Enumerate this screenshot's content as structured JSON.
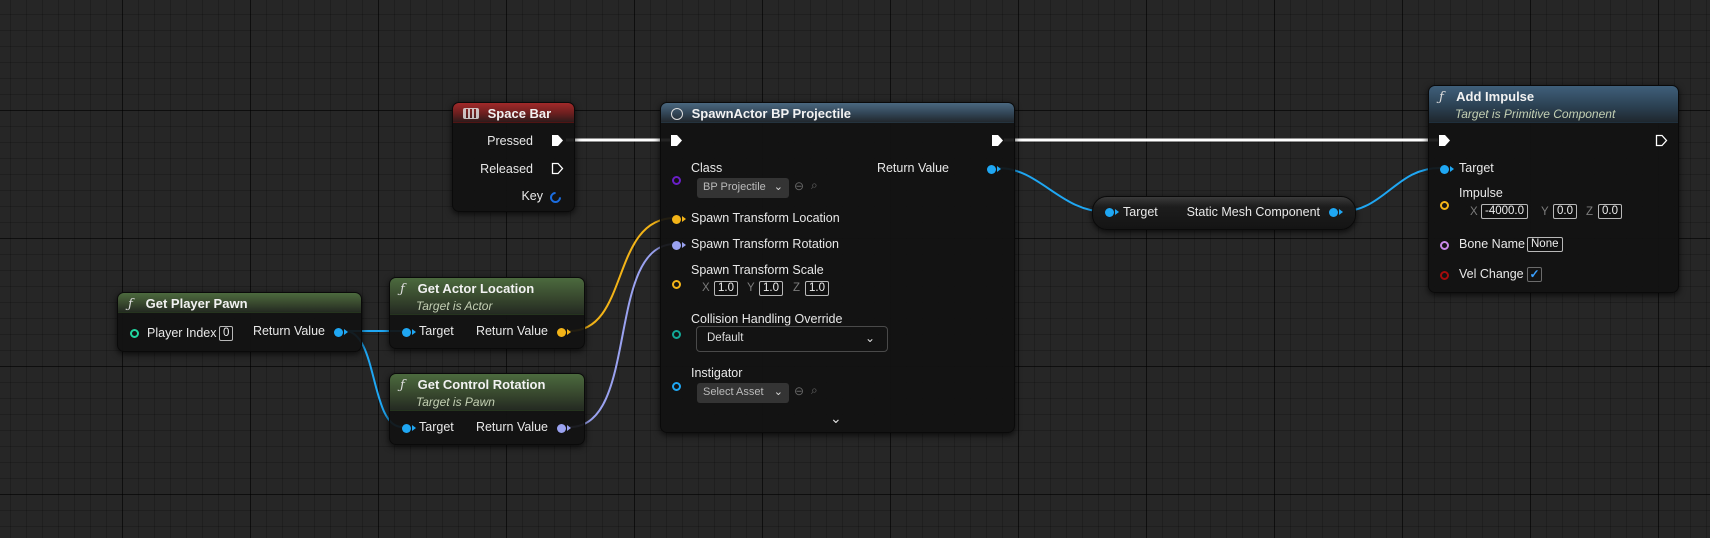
{
  "nodes": {
    "space_bar": {
      "title": "Space Bar",
      "pressed": "Pressed",
      "released": "Released",
      "key": "Key"
    },
    "spawn_actor": {
      "title": "SpawnActor BP Projectile",
      "class_label": "Class",
      "class_value": "BP Projectile",
      "return_value": "Return Value",
      "location": "Spawn Transform Location",
      "rotation": "Spawn Transform Rotation",
      "scale": "Spawn Transform Scale",
      "scale_x": "1.0",
      "scale_y": "1.0",
      "scale_z": "1.0",
      "collision_label": "Collision Handling Override",
      "collision_value": "Default",
      "instigator_label": "Instigator",
      "instigator_value": "Select Asset"
    },
    "get_player_pawn": {
      "title": "Get Player Pawn",
      "player_index_label": "Player Index",
      "player_index": "0",
      "return_value": "Return Value"
    },
    "get_actor_location": {
      "title": "Get Actor Location",
      "subtitle": "Target is Actor",
      "target": "Target",
      "return_value": "Return Value"
    },
    "get_control_rotation": {
      "title": "Get Control Rotation",
      "subtitle": "Target is Pawn",
      "target": "Target",
      "return_value": "Return Value"
    },
    "static_mesh": {
      "target": "Target",
      "output": "Static Mesh Component"
    },
    "add_impulse": {
      "title": "Add Impulse",
      "subtitle": "Target is Primitive Component",
      "target": "Target",
      "impulse": "Impulse",
      "impulse_x": "-4000.0",
      "impulse_y": "0.0",
      "impulse_z": "0.0",
      "bone_name_label": "Bone Name",
      "bone_name": "None",
      "vel_change_label": "Vel Change",
      "vel_change": true
    }
  },
  "axes": {
    "x": "X",
    "y": "Y",
    "z": "Z"
  },
  "colors": {
    "exec": "#ffffff",
    "object": "#1fa7f3",
    "vector": "#f3b418",
    "rotator": "#9aa2f0",
    "class": "#6a1fc7",
    "struct": "#12a897",
    "name": "#c889e8",
    "bool": "#a50c0c",
    "key": "#1b6de0",
    "int": "#22d6a0"
  },
  "icons": [
    "keyboard-icon",
    "function-icon",
    "spawn-icon",
    "browse-icon",
    "search-icon",
    "chevron-down-icon",
    "checkmark-icon"
  ]
}
